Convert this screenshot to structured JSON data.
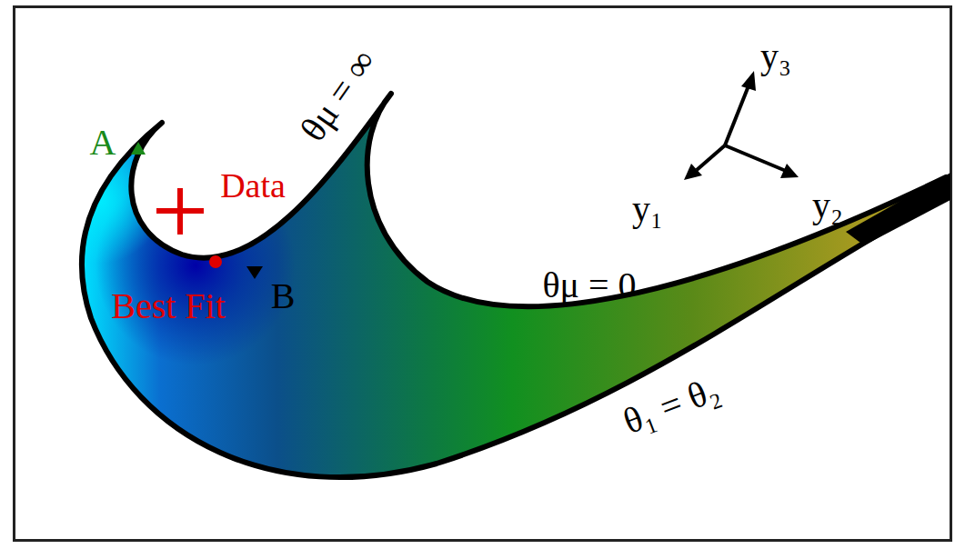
{
  "diagram": {
    "labels": [
      "A",
      "Data",
      "Best Fit",
      "B",
      "θμ = ∞",
      "θμ = 0",
      "θ₁ = θ₂",
      "y₃",
      "y₁",
      "y₂"
    ]
  }
}
